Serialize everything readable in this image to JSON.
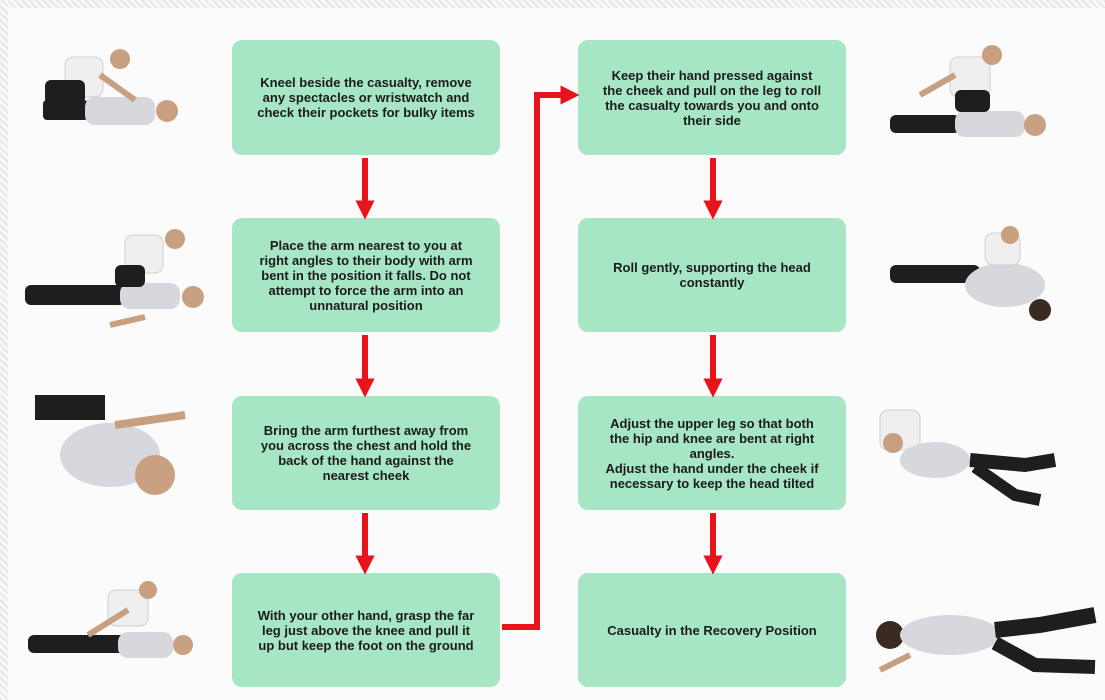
{
  "colors": {
    "box_fill": "#a6e6c4",
    "arrow_red": "#e8141b",
    "text": "#1b1b1b"
  },
  "steps": [
    {
      "text": "Kneel beside the casualty, remove\nany spectacles or wristwatch and\ncheck their pockets for bulky items",
      "photo": "rescuer-kneeling-beside-casualty-image"
    },
    {
      "text": "Place the arm nearest to you at\nright angles to their body with arm\nbent in the position it falls.  Do not\nattempt to force the arm into an\nunnatural position",
      "photo": "arm-at-right-angle-image"
    },
    {
      "text": "Bring the arm furthest away from\nyou across the chest and hold the\nback of the hand against the\nnearest cheek",
      "photo": "hand-against-cheek-image"
    },
    {
      "text": "With your other hand, grasp the far\nleg just above the knee and pull it\nup but keep the foot on the ground",
      "photo": "grasp-far-leg-image"
    },
    {
      "text": "Keep their hand pressed against\nthe cheek and pull on the leg to roll\nthe casualty towards you and onto\ntheir side",
      "photo": "pull-leg-to-roll-image"
    },
    {
      "text": "Roll gently, supporting the head\nconstantly",
      "photo": "roll-supporting-head-image"
    },
    {
      "text": "Adjust the upper leg so that both\nthe hip and knee are bent at right\nangles.\nAdjust the hand under the cheek if\nnecessary to keep the head tilted",
      "photo": "adjust-upper-leg-image"
    },
    {
      "text": "Casualty in the Recovery Position",
      "photo": "recovery-position-image"
    }
  ]
}
